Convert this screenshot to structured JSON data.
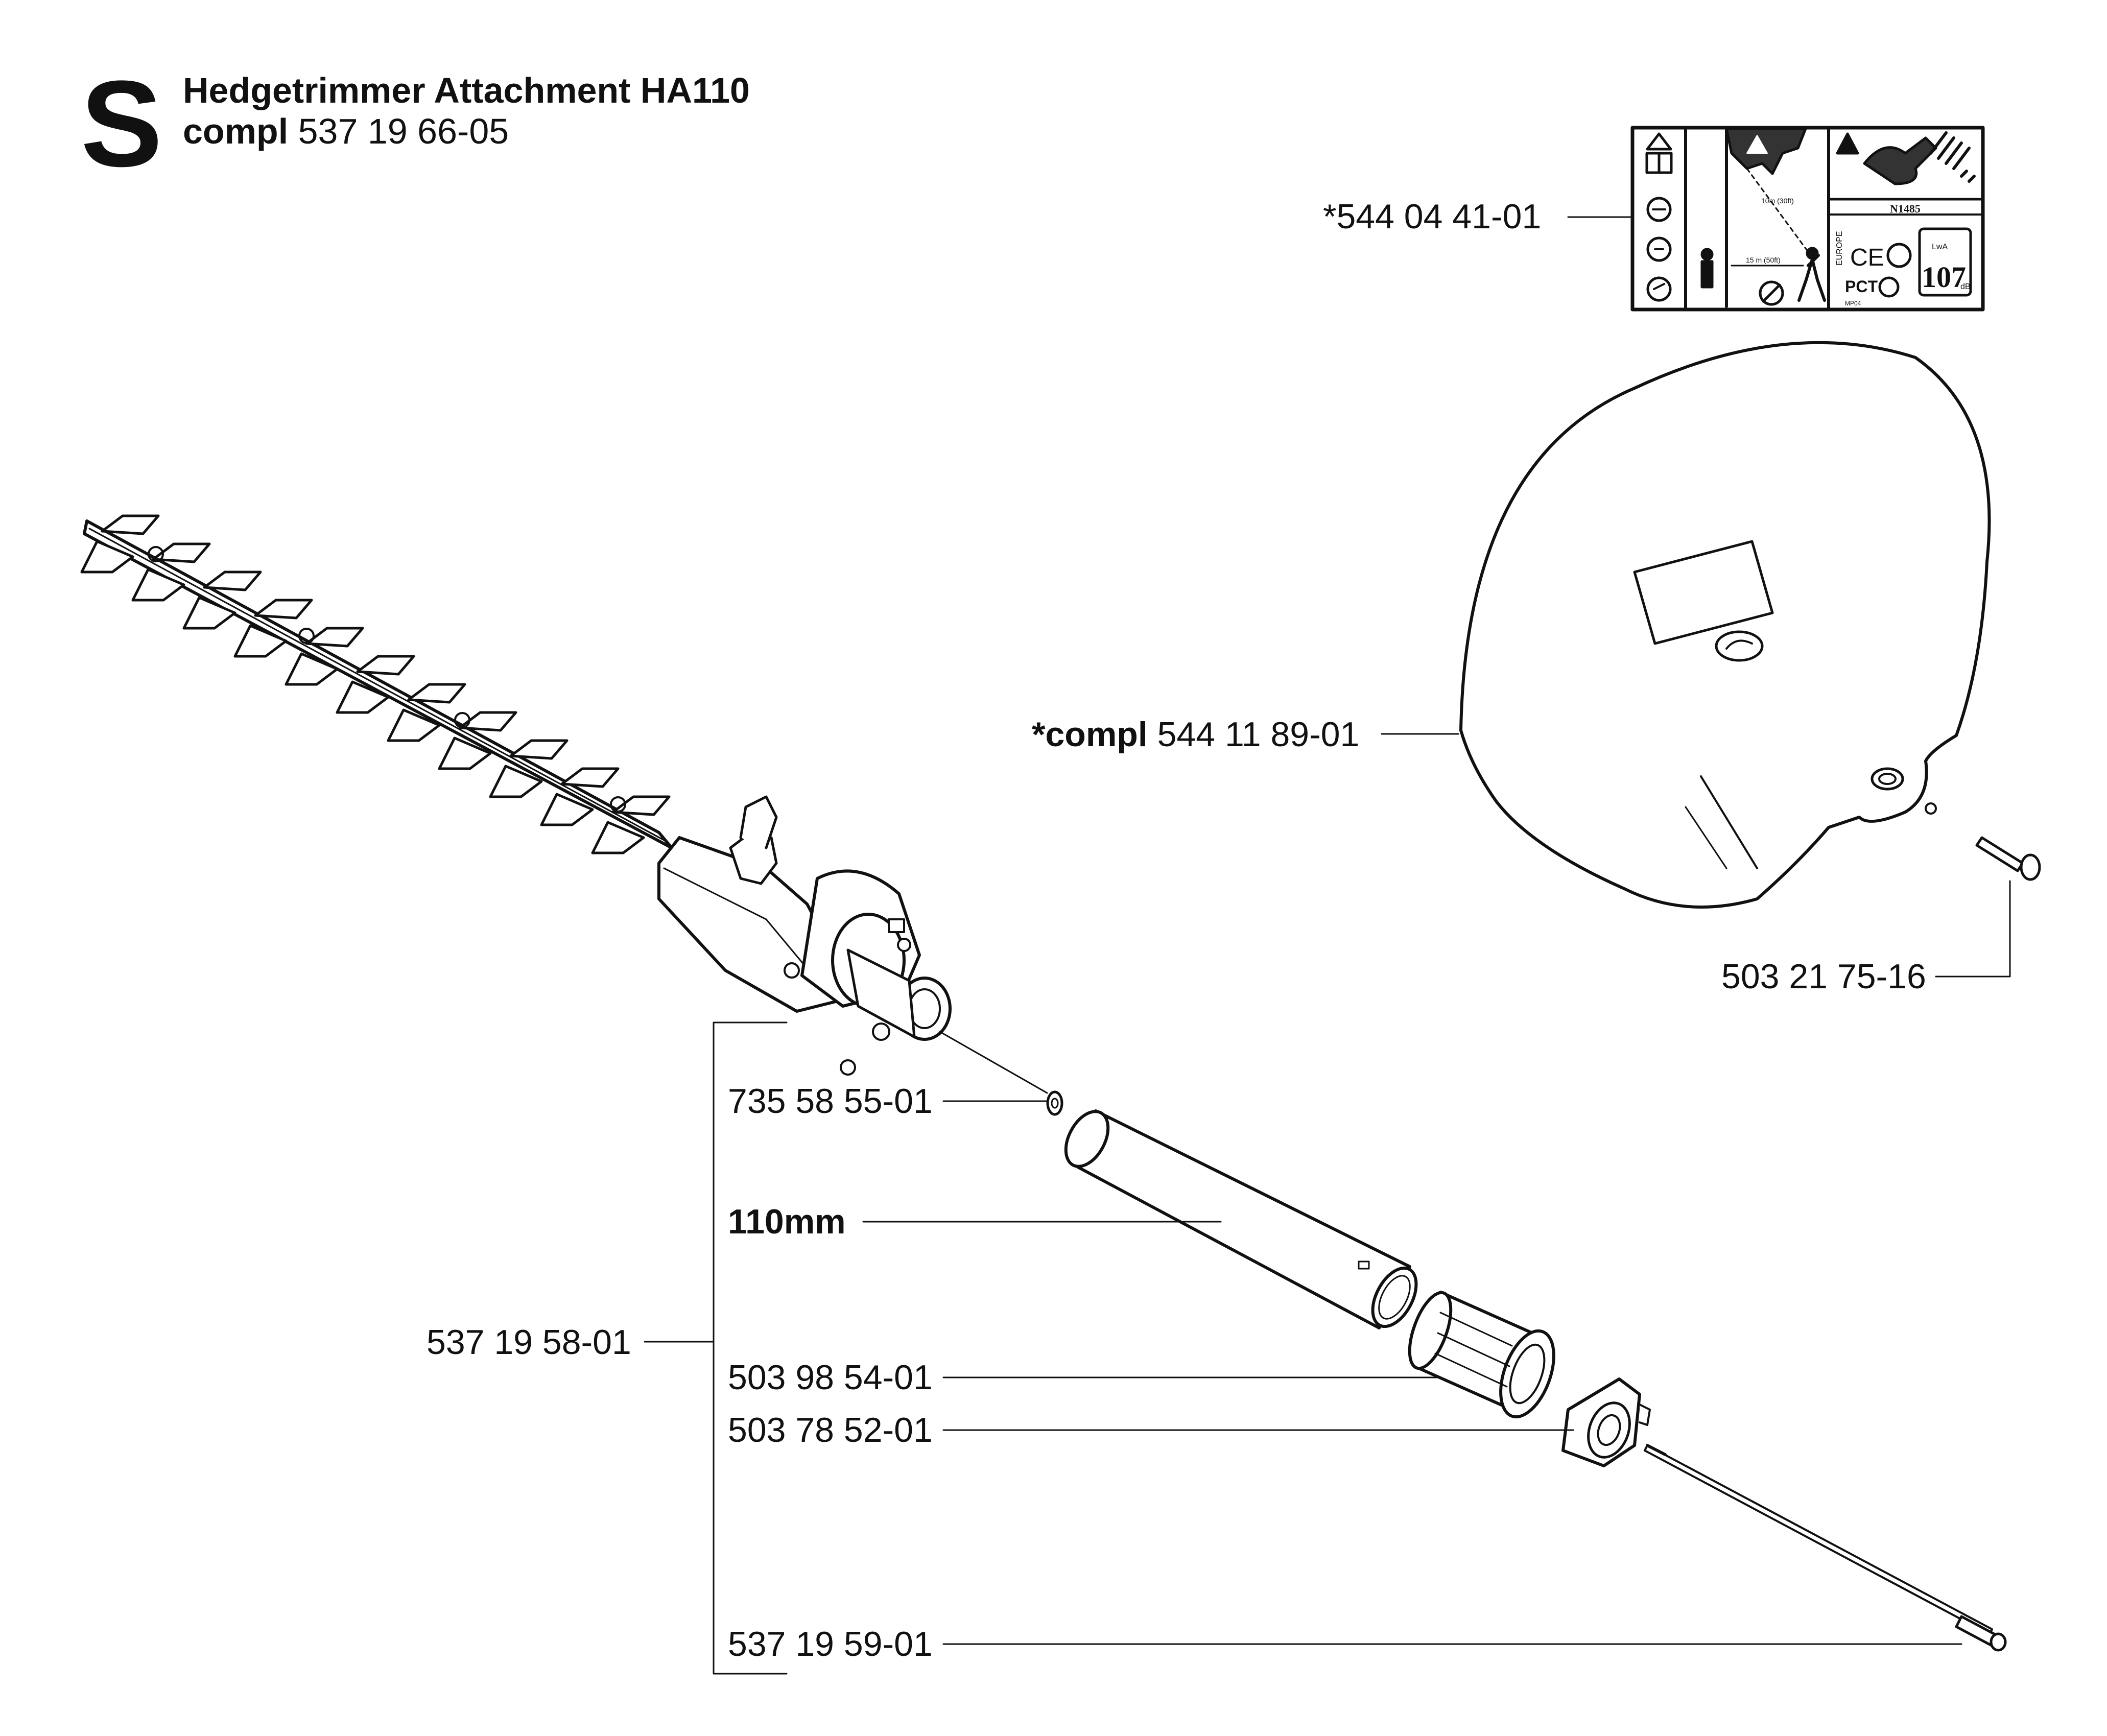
{
  "header": {
    "section_letter": "S",
    "title": "Hedgetrimmer Attachment HA110",
    "subtitle_bold": "compl",
    "subtitle_number": "537 19 66-05"
  },
  "callouts": {
    "decal": "*544 04 41-01",
    "guard_prefix": "*compl",
    "guard_number": "544 11 89-01",
    "screw": "503 21 75-16",
    "washer": "735 58 55-01",
    "tube_length": "110mm",
    "shaft_assembly": "537 19 58-01",
    "bushing": "503 98 54-01",
    "sleeve": "503 78 52-01",
    "drive_shaft": "537 19 59-01"
  },
  "decal_label": {
    "distance_top": "10m (30ft)",
    "distance_bottom": "15 m (50ft)",
    "standard": "N1485",
    "region": "EUROPE",
    "noise_level": "107",
    "noise_unit": "dB",
    "lwa": "LwA",
    "ce_mark": "CE",
    "certification": "PCT",
    "code": "MP04"
  }
}
